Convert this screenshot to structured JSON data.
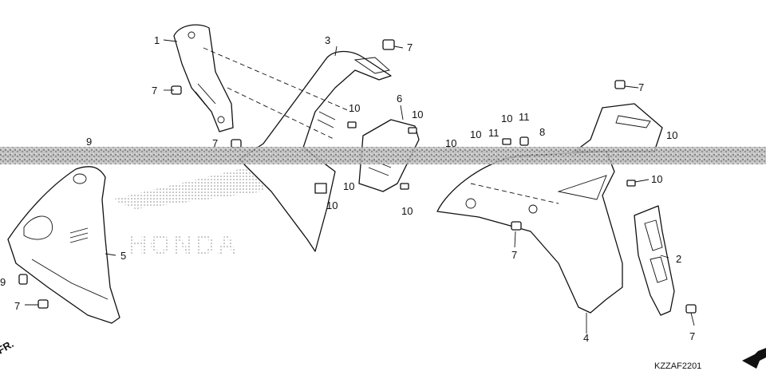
{
  "diagram": {
    "callouts": {
      "c1": "1",
      "c2": "2",
      "c3": "3",
      "c4": "4",
      "c5": "5",
      "c6": "6",
      "c7a": "7",
      "c7b": "7",
      "c7c": "7",
      "c7d": "7",
      "c7e": "7",
      "c7f": "7",
      "c7g": "7",
      "c8": "8",
      "c9a": "9",
      "c9b": "9",
      "c10a": "10",
      "c10b": "10",
      "c10c": "10",
      "c10d": "10",
      "c10e": "10",
      "c10f": "10",
      "c10g": "10",
      "c10h": "10",
      "c10i": "10",
      "c10j": "10",
      "c11a": "11",
      "c11b": "11"
    },
    "logo_text": "HONDA",
    "code": "KZZAF2201",
    "direction_label": "FR."
  },
  "colors": {
    "ink": "#111111",
    "paper": "#ffffff",
    "dots": "#888888"
  }
}
